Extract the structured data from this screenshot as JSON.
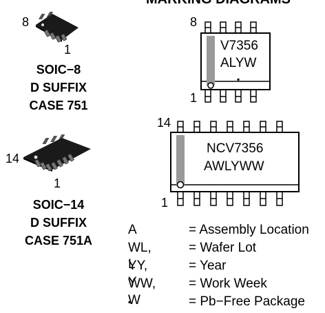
{
  "header": {
    "title": "MARKING DIAGRAMS"
  },
  "packages": [
    {
      "pin_top_label": "8",
      "pin_bottom_label": "1",
      "name_lines": [
        "SOIC−8",
        "D SUFFIX",
        "CASE 751"
      ]
    },
    {
      "pin_top_label": "14",
      "pin_bottom_label": "1",
      "name_lines": [
        "SOIC−14",
        "D SUFFIX",
        "CASE 751A"
      ]
    }
  ],
  "markings": [
    {
      "pin_top_label": "8",
      "pin_bottom_label": "1",
      "line1": "V7356",
      "line2": "ALYW",
      "pb_free_dot": "▪"
    },
    {
      "pin_top_label": "14",
      "pin_bottom_label": "1",
      "line1": "NCV7356",
      "line2": "AWLYWW"
    }
  ],
  "legend": [
    {
      "code": "A",
      "desc": "= Assembly Location"
    },
    {
      "code": "WL, L",
      "desc": "= Wafer Lot"
    },
    {
      "code": "YY, Y",
      "desc": "= Year"
    },
    {
      "code": "WW, W",
      "desc": "= Work Week"
    },
    {
      "code": "▪",
      "desc": "= Pb−Free Package"
    }
  ],
  "colors": {
    "marker_stripe": "#999999",
    "chip_body": "#1a1a1a"
  }
}
